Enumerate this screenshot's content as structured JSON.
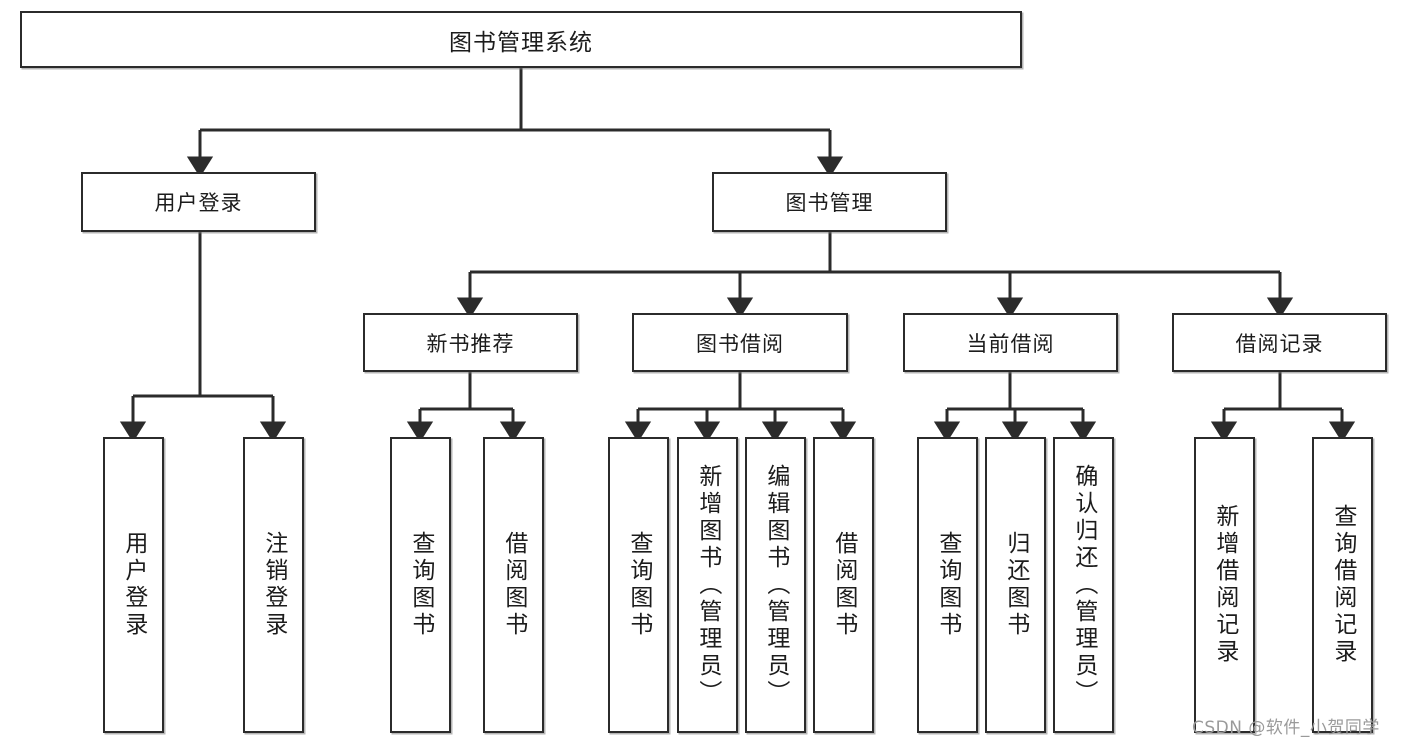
{
  "diagram": {
    "type": "tree-hierarchy",
    "title": "图书管理系统",
    "watermark": "CSDN @软件_小贺同学",
    "colors": {
      "box_border": "#2b2b2b",
      "box_fill": "#ffffff",
      "edge": "#2b2b2b",
      "watermark": "#9a9a9a",
      "background": "#ffffff"
    },
    "nodes": {
      "root": {
        "label": "图书管理系统"
      },
      "level1": [
        {
          "id": "user-login",
          "label": "用户登录"
        },
        {
          "id": "book-management",
          "label": "图书管理"
        }
      ],
      "level2": [
        {
          "id": "new-book-recommend",
          "label": "新书推荐"
        },
        {
          "id": "book-borrow",
          "label": "图书借阅"
        },
        {
          "id": "current-borrow",
          "label": "当前借阅"
        },
        {
          "id": "borrow-records",
          "label": "借阅记录"
        }
      ],
      "leaves": {
        "user-login": [
          {
            "id": "leaf-user-login",
            "label": "用户登录"
          },
          {
            "id": "leaf-logout-login",
            "label": "注销登录"
          }
        ],
        "new-book-recommend": [
          {
            "id": "leaf-query-book-1",
            "label": "查询图书"
          },
          {
            "id": "leaf-borrow-book-1",
            "label": "借阅图书"
          }
        ],
        "book-borrow": [
          {
            "id": "leaf-query-book-2",
            "label": "查询图书"
          },
          {
            "id": "leaf-add-book-admin",
            "label": "新增图书（管理员）"
          },
          {
            "id": "leaf-edit-book-admin",
            "label": "编辑图书（管理员）"
          },
          {
            "id": "leaf-borrow-book-2",
            "label": "借阅图书"
          }
        ],
        "current-borrow": [
          {
            "id": "leaf-query-book-3",
            "label": "查询图书"
          },
          {
            "id": "leaf-return-book",
            "label": "归还图书"
          },
          {
            "id": "leaf-confirm-return-admin",
            "label": "确认归还（管理员）"
          }
        ],
        "borrow-records": [
          {
            "id": "leaf-add-borrow-record",
            "label": "新增借阅记录"
          },
          {
            "id": "leaf-query-borrow-record",
            "label": "查询借阅记录"
          }
        ]
      }
    }
  }
}
